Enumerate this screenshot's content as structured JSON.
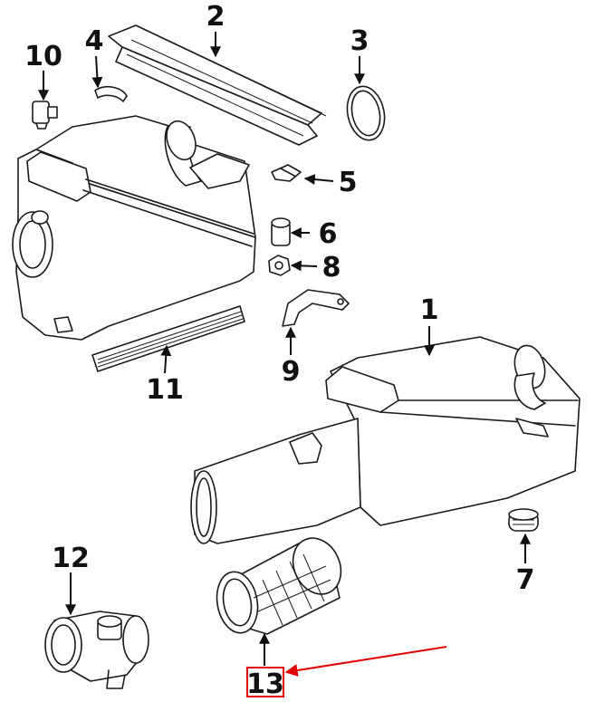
{
  "callouts": {
    "c1": "1",
    "c2": "2",
    "c3": "3",
    "c4": "4",
    "c5": "5",
    "c6": "6",
    "c7": "7",
    "c8": "8",
    "c9": "9",
    "c10": "10",
    "c11": "11",
    "c12": "12",
    "c13": "13"
  },
  "highlight": {
    "callout": "13",
    "color": "#e00000"
  }
}
